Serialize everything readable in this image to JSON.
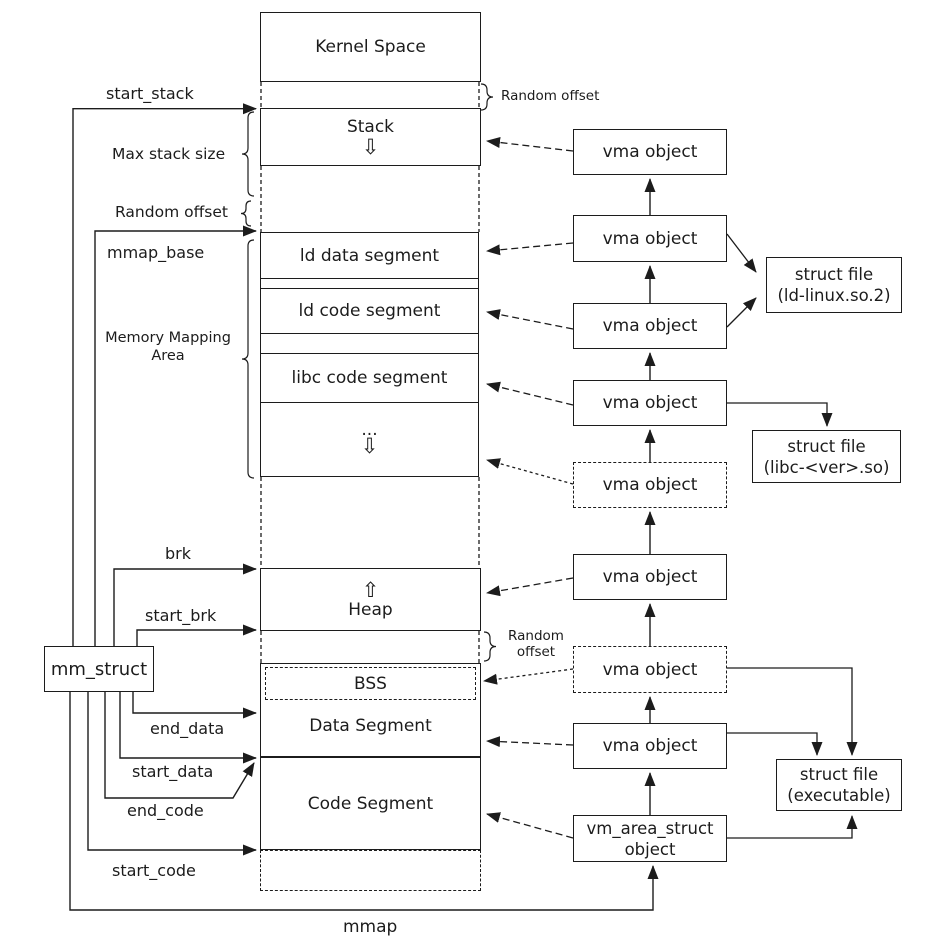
{
  "memory_column": {
    "kernel_space": "Kernel Space",
    "stack": "Stack",
    "ld_data_segment": "ld data segment",
    "ld_code_segment": "ld code segment",
    "libc_code_segment": "libc code segment",
    "ellipsis": "...",
    "heap": "Heap",
    "bss": "BSS",
    "data_segment": "Data Segment",
    "code_segment": "Code Segment"
  },
  "icons": {
    "stack_grow_down": "⇩",
    "mmap_grow_down": "⇩",
    "heap_grow_up": "⇧"
  },
  "mm_struct": {
    "title": "mm_struct",
    "pointers": {
      "start_stack": "start_stack",
      "mmap_base": "mmap_base",
      "brk": "brk",
      "start_brk": "start_brk",
      "end_data": "end_data",
      "start_data": "start_data",
      "end_code": "end_code",
      "start_code": "start_code",
      "mmap": "mmap"
    }
  },
  "annotations": {
    "random_offset_top": "Random offset",
    "max_stack_size": "Max stack size",
    "random_offset_left": "Random offset",
    "memory_mapping_line1": "Memory Mapping",
    "memory_mapping_line2": "Area",
    "random_offset_right_line1": "Random",
    "random_offset_right_line2": "offset"
  },
  "vma": {
    "label": "vma object",
    "vm_area_struct_line1": "vm_area_struct",
    "vm_area_struct_line2": "object"
  },
  "struct_files": {
    "ld": {
      "line1": "struct file",
      "line2": "(ld-linux.so.2)"
    },
    "libc": {
      "line1": "struct file",
      "line2": "(libc-<ver>.so)"
    },
    "exec": {
      "line1": "struct file",
      "line2": "(executable)"
    }
  }
}
